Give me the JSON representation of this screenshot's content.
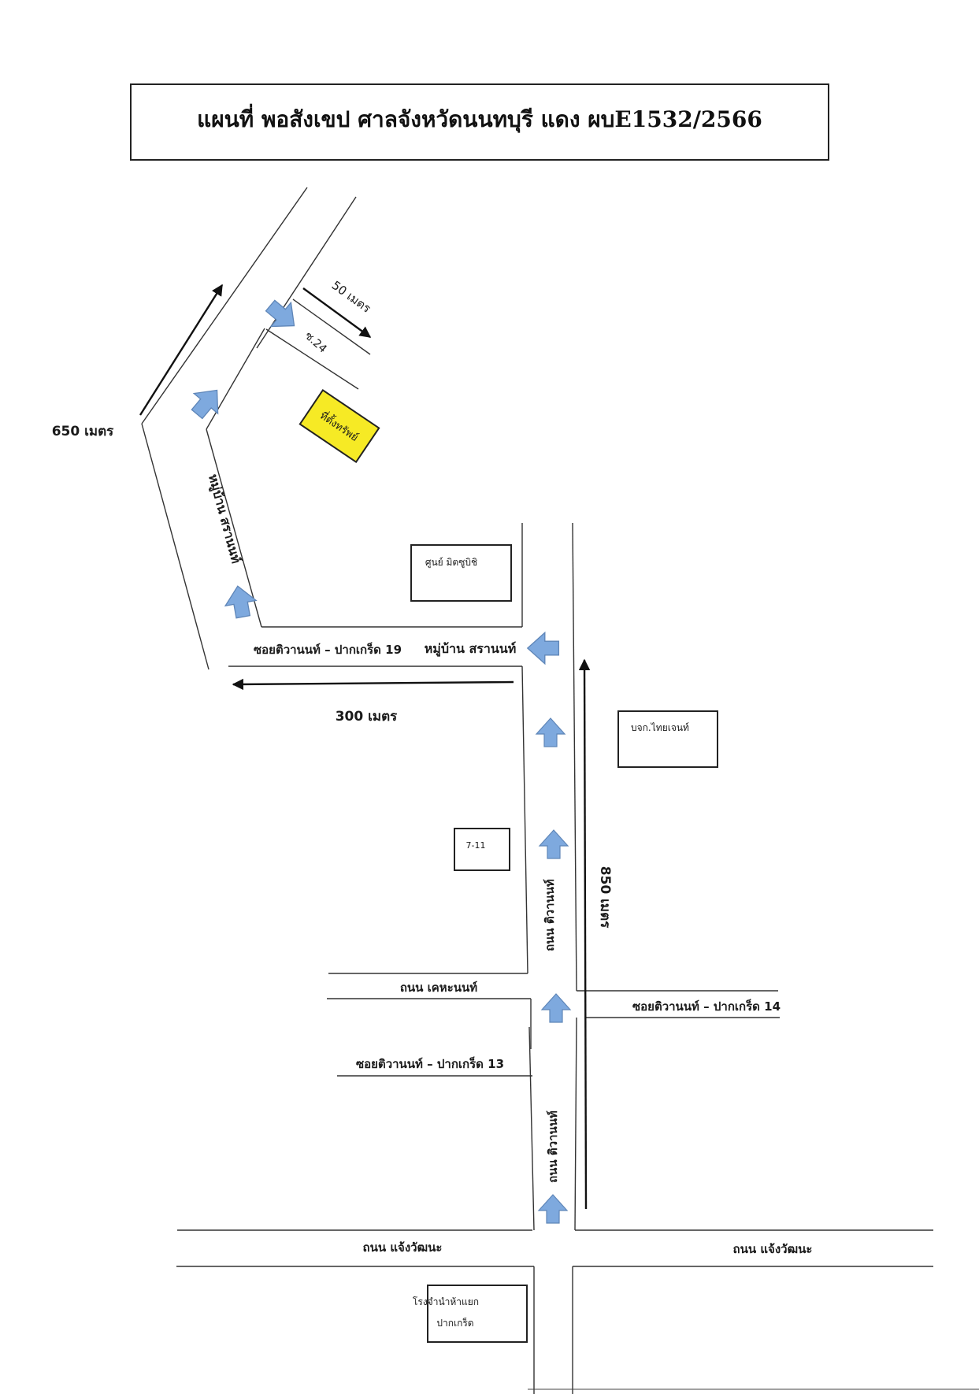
{
  "title": "แผนที่ พอสังเขป ศาลจังหวัดนนทบุรี แดง ผบE1532/2566",
  "property_label": "ที่ตั้งทรัพย์",
  "colors": {
    "property": "#f6ea25",
    "flow_arrow": "#7ea9de",
    "flow_arrow_edge": "#5f86b8",
    "roads": "#333333"
  },
  "roads": {
    "soi_24": "ซ.24",
    "village_road": "หมู่บ้าน สรานนท์",
    "soi_19": "ซอยติวานนท์ – ปากเกร็ด 19",
    "village_entrance": "หมู่บ้าน สรานนท์",
    "tiwanon_upper": "ถนน ติวานนท์",
    "tiwanon_lower": "ถนน ติวานนท์",
    "kehanon": "ถนน เคหะนนท์",
    "soi_14": "ซอยติวานนท์ – ปากเกร็ด 14",
    "soi_13": "ซอยติวานนท์ – ปากเกร็ด 13",
    "chaengwattana_left": "ถนน แจ้งวัฒนะ",
    "chaengwattana_right": "ถนน แจ้งวัฒนะ"
  },
  "distances": {
    "d_50": "50 เมตร",
    "d_650_left": "650 เมตร",
    "d_300": "300 เมตร",
    "d_850": "850 เมตร"
  },
  "landmarks": {
    "mitsubishi": "ศูนย์ มิตซูบิชิ",
    "thaigen": "บจก.ไทยเจนท์",
    "seven_eleven": "7-11",
    "school_line1": "โรงจำนำห้าแยก",
    "school_line2": "ปากเกร็ด"
  },
  "icons": {
    "flow_arrow": "route-arrow-icon",
    "distance_arrow": "distance-arrow-icon"
  }
}
